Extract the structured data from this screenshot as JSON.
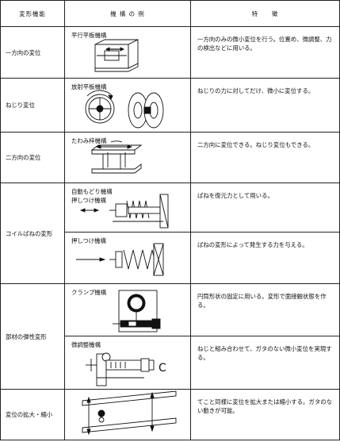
{
  "header": {
    "function": "変形機能",
    "example": "機 構 の 例",
    "feature": "特　　徴"
  },
  "rows": [
    {
      "function": "一方向の変位",
      "examples": [
        {
          "label": [
            "平行平板機構"
          ],
          "description": "一方向のみの微小変位を行う。位置め、微調整、力の検出などに用いる。"
        }
      ]
    },
    {
      "function": "ねじり変位",
      "examples": [
        {
          "label": [
            "放射平板機構"
          ],
          "description": "ねじりの力に対してだけ、微小に変位する。"
        }
      ]
    },
    {
      "function": "二方向の変位",
      "examples": [
        {
          "label": [
            "たわみ梓機構"
          ],
          "description": "二方向に変位できる。ねじり変位もできる。"
        }
      ]
    },
    {
      "function": "コイルばねの変形",
      "examples": [
        {
          "label": [
            "自動もどり機構",
            "押しつけ機構"
          ],
          "description": "ばねを復元力として用いる。"
        },
        {
          "label": [
            "押しつけ機構"
          ],
          "description": "ばねの変形によって発生する力を与える。"
        }
      ]
    },
    {
      "function": "部材の弾性変形",
      "examples": [
        {
          "label": [
            "クランプ機構"
          ],
          "description": "円筒形状の固定に用いる。変形で面接触状態を作る。"
        },
        {
          "label": [
            "微調整機構"
          ],
          "description": "ねじと組み合わせて、ガタのない微小変位を実現する。"
        }
      ]
    },
    {
      "function": "変位の拡大・縮小",
      "examples": [
        {
          "label": [],
          "description": "てこと同様に変位を拡大または縮小する。ガタのない動きが可能。"
        }
      ]
    }
  ],
  "figure_letters": {
    "c_mark": "C"
  }
}
